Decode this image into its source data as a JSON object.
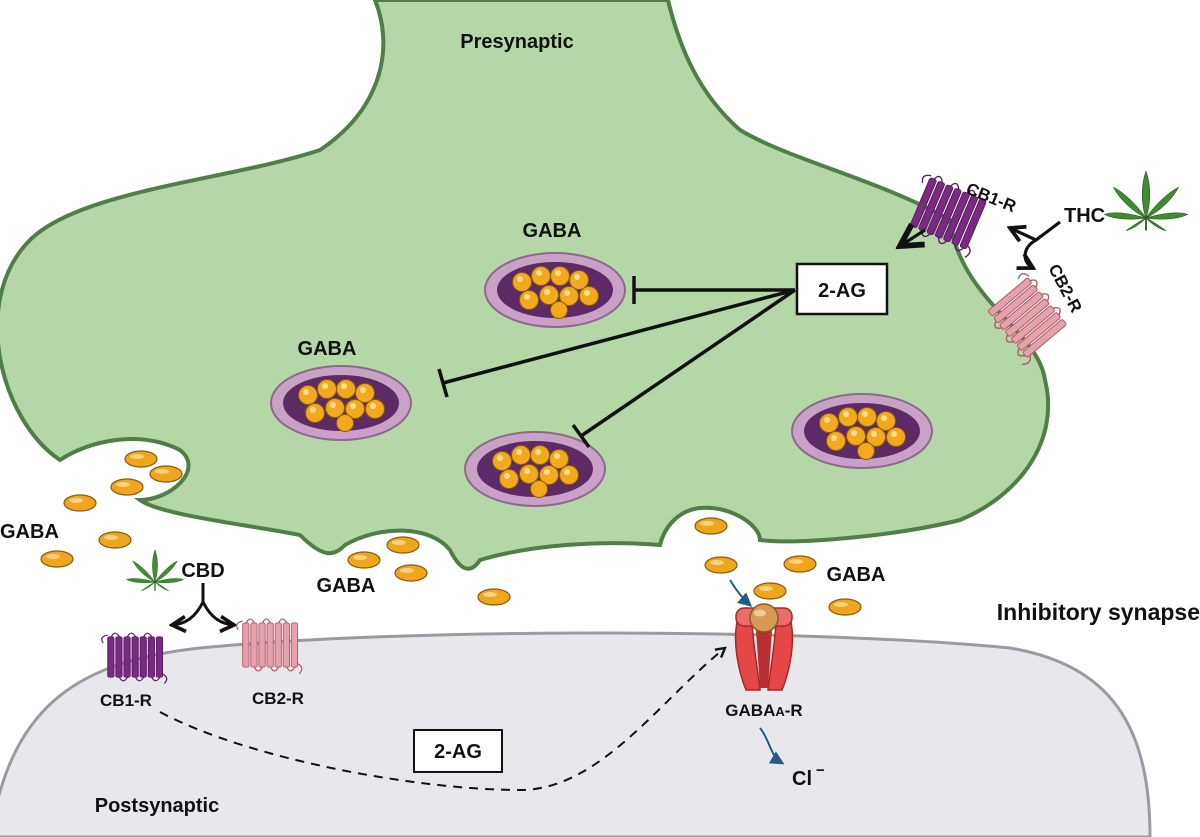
{
  "labels": {
    "presynaptic": "Presynaptic",
    "postsynaptic": "Postsynaptic",
    "inhibitory_synapse": "Inhibitory synapse",
    "gaba_vesicle_1": "GABA",
    "gaba_vesicle_2": "GABA",
    "gaba_left": "GABA",
    "gaba_center": "GABA",
    "gaba_right": "GABA",
    "thc": "THC",
    "cbd": "CBD",
    "cb1r_pre": "CB1-R",
    "cb2r_pre": "CB2-R",
    "cb1r_post": "CB1-R",
    "cb2r_post": "CB2-R",
    "two_ag_pre": "2-AG",
    "two_ag_post": "2-AG",
    "gabaa_r_main": "GABA",
    "gabaa_r_sub": "A",
    "gabaa_r_suffix": "-R",
    "chloride": "Cl",
    "chloride_charge": "−"
  },
  "colors": {
    "presynaptic_fill": "#b5d6a7",
    "presynaptic_stroke": "#4f7f46",
    "postsynaptic_fill": "#e8e8ec",
    "postsynaptic_stroke": "#9a9aa2",
    "vesicle_outer": "#c9a0c6",
    "vesicle_inner": "#5d2a66",
    "gaba_molecule": "#f0a51e",
    "cb1_receptor": "#7a2a82",
    "cb2_receptor": "#d3808e",
    "gabaa_receptor": "#e54747",
    "cannabis_leaf": "#3f8c33",
    "arrow_blue": "#215b86"
  },
  "icons": [
    "cannabis-leaf-icon",
    "cb1-receptor-icon",
    "cb2-receptor-icon",
    "gabaa-receptor-icon"
  ]
}
